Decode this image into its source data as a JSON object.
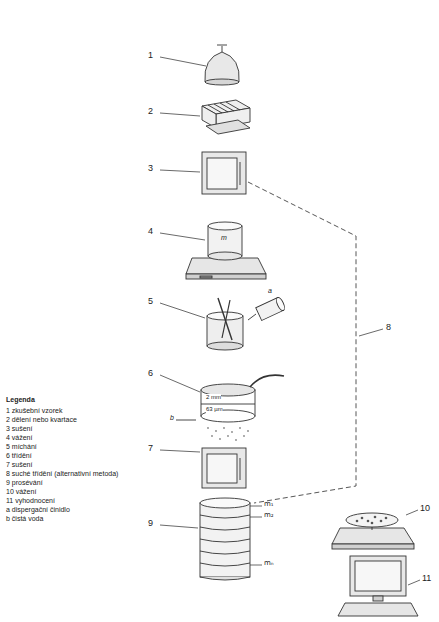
{
  "diagram": {
    "labels": [
      "1",
      "2",
      "3",
      "4",
      "5",
      "6",
      "7",
      "8",
      "9",
      "10",
      "11",
      "a",
      "b",
      "2 mm",
      "63 µm",
      "m",
      "m₁",
      "m₂",
      "mₙ",
      "Legenda"
    ],
    "legend": [
      {
        "text": "1 zkušební vzorek"
      },
      {
        "text": "2 dělení nebo kvartace"
      },
      {
        "text": "3 sušení"
      },
      {
        "text": "4 vážení"
      },
      {
        "text": "5 míchání"
      },
      {
        "text": "6 třídění"
      },
      {
        "text": "7 sušení"
      },
      {
        "text": "8 suché třídění (alternativní metoda)"
      },
      {
        "text": "9 prosévání"
      },
      {
        "text": "10 vážení"
      },
      {
        "text": "11 vyhodnocení"
      },
      {
        "text": "a dispergační činidlo"
      },
      {
        "text": "b čistá voda"
      }
    ]
  }
}
